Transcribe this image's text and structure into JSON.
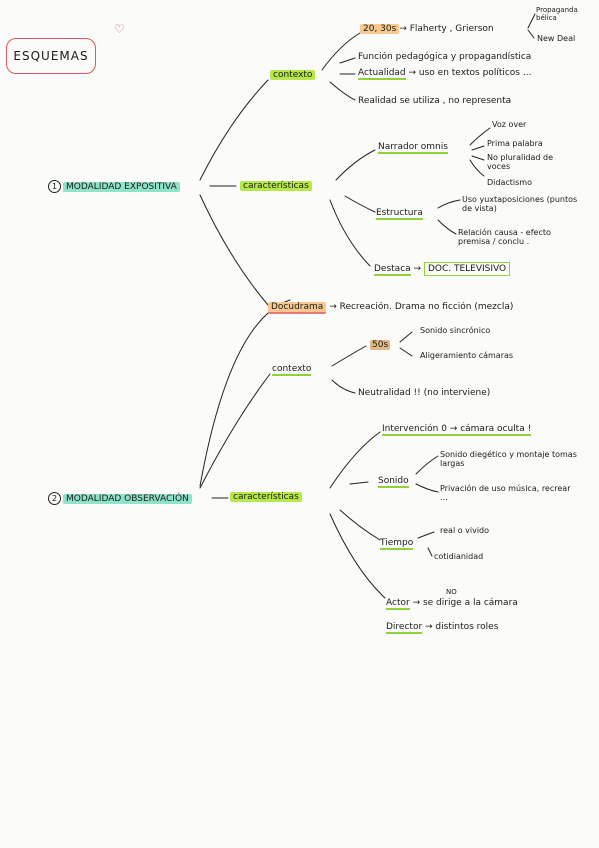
{
  "title": "ESQUEMAS",
  "colors": {
    "accent_red": "#e0565c",
    "highlight_green": "#b6e84a",
    "highlight_teal": "#8fe3c8",
    "highlight_orange": "#f7c98f"
  },
  "icons": [
    "heart-icon"
  ],
  "m1": {
    "number": "1",
    "label": "MODALIDAD EXPOSITIVA",
    "contexto": "contexto",
    "ctx_items": {
      "year": "20, 30s",
      "year_rest": "→ Flaherty , Grierson",
      "prop": "Propaganda bélica",
      "newdeal": "New Deal",
      "func": "Función pedagógica y propagandística",
      "actual_pre": "Actualidad",
      "actual_rest": "→ uso en textos políticos ...",
      "realidad": "Realidad se utiliza , no representa"
    },
    "caracteristicas": "características",
    "narrador": "Narrador omnis",
    "narr_items": [
      "Voz over",
      "Prima palabra",
      "No pluralidad de voces",
      "Didactismo"
    ],
    "estructura": "Estructura",
    "est_items": [
      "Uso yuxtaposiciones (puntos de vista)",
      "Relación causa - efecto premisa / conclu ."
    ],
    "destaca": "Destaca",
    "destaca_val": "DOC. TELEVISIVO",
    "docudrama": "Docudrama",
    "docudrama_val": "→ Recreación. Drama no ficción (mezcla)"
  },
  "m2": {
    "number": "2",
    "label": "MODALIDAD OBSERVACIÓN",
    "contexto": "contexto",
    "year": "50s",
    "year_items": [
      "Sonido sincrónico",
      "Aligeramiento cámaras"
    ],
    "neutral": "Neutralidad !!  (no interviene)",
    "caracteristicas": "características",
    "intervencion": "Intervención 0 → cámara oculta !",
    "sonido": "Sonido",
    "sonido_items": [
      "Sonido diegético y montaje tomas largas",
      "Privación de uso música, recrear ..."
    ],
    "tiempo": "Tiempo",
    "tiempo_items": [
      "real o vivido",
      "cotidianidad"
    ],
    "actor": "Actor",
    "actor_rest": "→ se dirige a la cámara",
    "actor_no": "NO",
    "director": "Director",
    "director_rest": "→ distintos roles"
  }
}
